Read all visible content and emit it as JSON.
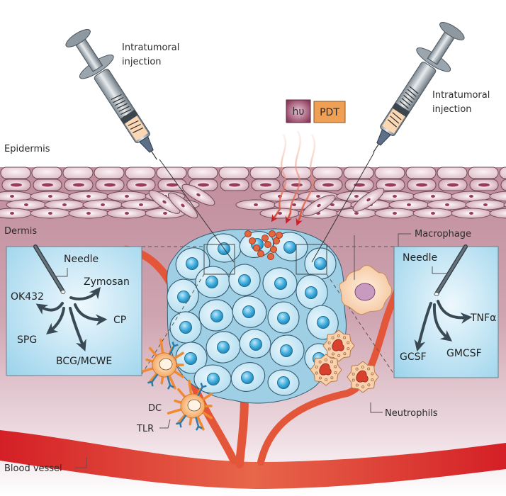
{
  "figure": {
    "title": "Intratumoral immunostimulation and photodynamic therapy schematic",
    "labels": {
      "injection_left": [
        "Intratumoral",
        "injection"
      ],
      "injection_right": [
        "Intratumoral",
        "injection"
      ],
      "epidermis": "Epidermis",
      "dermis": "Dermis",
      "macrophage": "Macrophage",
      "dc": "DC",
      "tlr": "TLR",
      "neutrophils": "Neutrophils",
      "blood_vessel": "Blood vessel"
    },
    "light_badges": [
      {
        "text": "hυ",
        "color": "#8e3a5c"
      },
      {
        "text": "PDT",
        "color": "#f0a055"
      }
    ],
    "left_inset": {
      "needle_label": "Needle",
      "agents": [
        "Zymosan",
        "OK432",
        "CP",
        "SPG",
        "BCG/MCWE"
      ]
    },
    "right_inset": {
      "needle_label": "Needle",
      "agents": [
        "TNFα",
        "GCSF",
        "GMCSF"
      ]
    },
    "colors": {
      "tumor": "#bfe4f3",
      "tumor_nucleus": "#38a6d6",
      "vessel": "#d9222a",
      "dermis": "#c79aa8",
      "inset_bg": "#a9dbf0",
      "dc": "#f39a4a",
      "neutrophil": "#f6c9a0",
      "photosensitizer": "#e5673f"
    }
  }
}
